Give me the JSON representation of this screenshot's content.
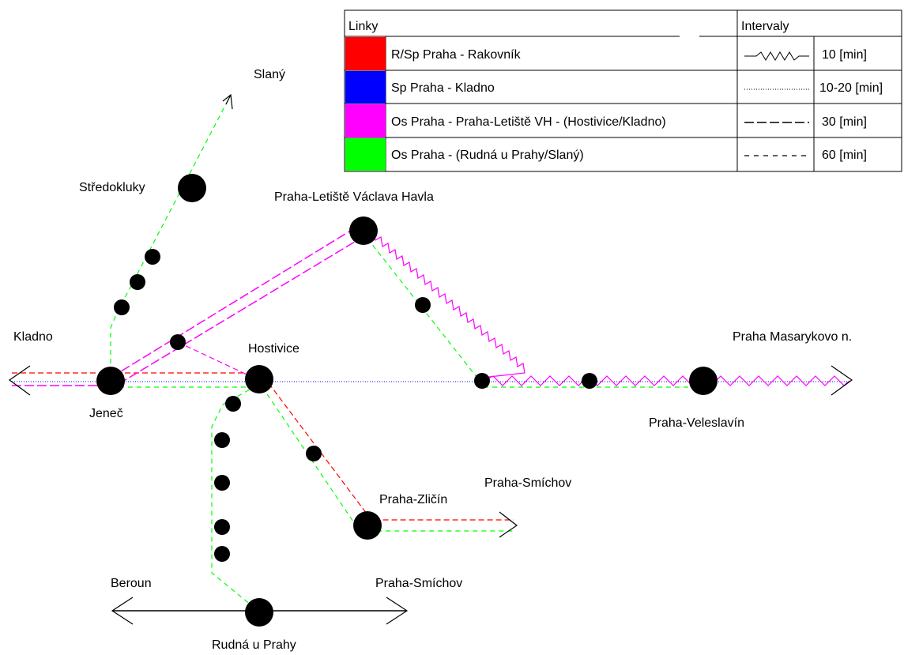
{
  "legend": {
    "header_lines": "Linky",
    "header_intervals": "Intervaly",
    "lines": [
      {
        "name": "R/Sp Praha - Rakovník",
        "color": "#ff0000"
      },
      {
        "name": "Sp Praha - Kladno",
        "color": "#0000ff"
      },
      {
        "name": "Os Praha - Praha-Letiště VH - (Hostivice/Kladno)",
        "color": "#ff00ff"
      },
      {
        "name": "Os Praha - (Rudná u Prahy/Slaný)",
        "color": "#00ff00"
      }
    ],
    "intervals": [
      {
        "style": "zigzag",
        "label": "10 [min]"
      },
      {
        "style": "dotted",
        "label": "10-20 [min]"
      },
      {
        "style": "long-dash",
        "label": "30 [min]"
      },
      {
        "style": "short-dash",
        "label": "60 [min]"
      }
    ]
  },
  "stations": {
    "kladno": "Kladno",
    "jenec": "Jeneč",
    "hostivice": "Hostivice",
    "stredokluky": "Středokluky",
    "slany": "Slaný",
    "letiste": "Praha-Letiště Václava Havla",
    "masarykovo": "Praha Masarykovo n.",
    "veleslavin": "Praha-Veleslavín",
    "smichov_upper": "Praha-Smíchov",
    "zlicin": "Praha-Zličín",
    "smichov_lower": "Praha-Smíchov",
    "beroun": "Beroun",
    "rudna": "Rudná u Prahy"
  },
  "colors": {
    "red": "#ff0000",
    "blue": "#0000ff",
    "magenta": "#ff00ff",
    "green": "#00ff00",
    "station": "#000000"
  }
}
